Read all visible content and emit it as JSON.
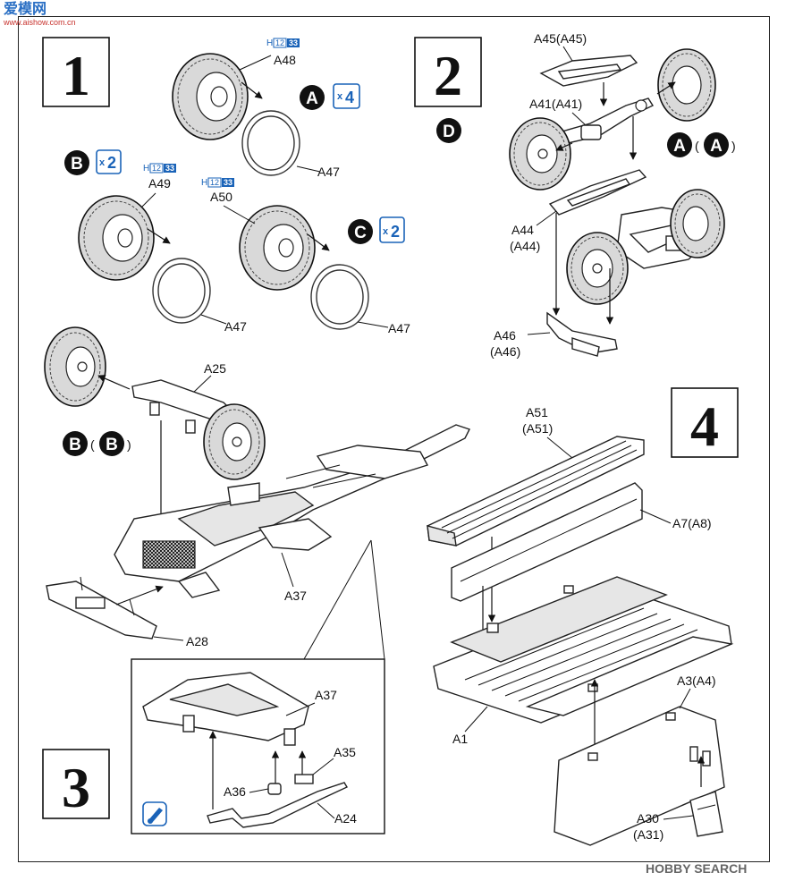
{
  "watermark_top": {
    "logo": "爱模网",
    "url": "www.aishow.com.cn"
  },
  "watermark_bottom": {
    "brand": "HOBBY SEARCH"
  },
  "steps": {
    "s1": "1",
    "s2": "2",
    "s3": "3",
    "s4": "4"
  },
  "step1": {
    "a48": "A48",
    "a49": "A49",
    "a50": "A50",
    "a47_1": "A47",
    "a47_2": "A47",
    "a47_3": "A47",
    "tag_a": "A",
    "qty_a": "4",
    "tag_b": "B",
    "qty_b": "2",
    "tag_c": "C",
    "qty_c": "2",
    "qty_x": "x",
    "paint_h": "H",
    "paint_12": "12",
    "paint_33": "33"
  },
  "step2": {
    "tag_d": "D",
    "a45": "A45(A45)",
    "a41": "A41(A41)",
    "a44": "A44",
    "a44p": "(A44)",
    "a46": "A46",
    "a46p": "(A46)",
    "tag_a": "A",
    "tag_a_paren": "A"
  },
  "step3": {
    "a25": "A25",
    "a37": "A37",
    "a28": "A28",
    "tag_b": "B",
    "tag_b_paren": "B",
    "inset_a37": "A37",
    "a35": "A35",
    "a36": "A36",
    "a24": "A24"
  },
  "step4": {
    "a51": "A51",
    "a51p": "(A51)",
    "a7": "A7(A8)",
    "a1": "A1",
    "a3": "A3(A4)",
    "a30": "A30",
    "a31": "(A31)"
  }
}
